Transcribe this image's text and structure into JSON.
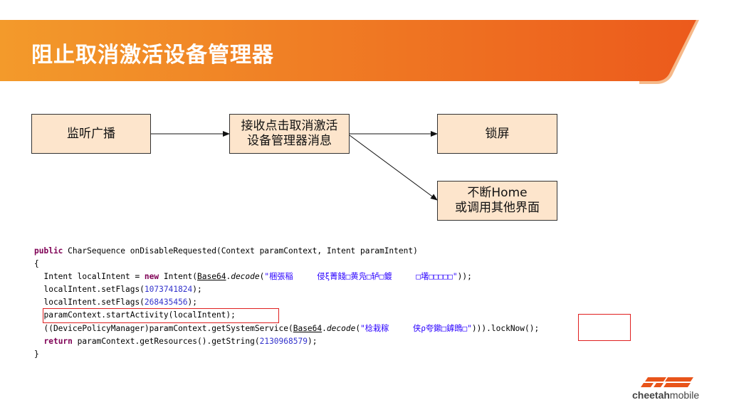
{
  "slide": {
    "title": "阻止取消激活设备管理器",
    "colors": {
      "banner_start": "#f39a2b",
      "banner_end": "#ec5a1c",
      "box_fill": "#fde5cc",
      "highlight": "#e02020"
    }
  },
  "flow": {
    "box1": "监听广播",
    "box2": "接收点击取消激活\n设备管理器消息",
    "box3": "锁屏",
    "box4": "不断Home\n或调用其他界面"
  },
  "code": {
    "l1_kw": "public",
    "l1_rest": " CharSequence onDisableRequested(Context paramContext, Intent paramIntent)",
    "l2": "{",
    "l3_a": "  Intent localIntent = ",
    "l3_new": "new",
    "l3_b": " Intent(",
    "l3_cls": "Base64",
    "l3_c": ".",
    "l3_m": "decode",
    "l3_d": "(",
    "l3_str": "\"梱張稲     侵ξ菁餞□黄凫□轳□鍍     □墸□□□□□\"",
    "l3_e": "));",
    "l4_a": "  localIntent.setFlags(",
    "l4_num": "1073741824",
    "l4_b": ");",
    "l5_a": "  localIntent.setFlags(",
    "l5_num": "268435456",
    "l5_b": ");",
    "l6": "  paramContext.startActivity(localIntent);",
    "l7_a": "  ((DevicePolicyManager)paramContext.getSystemService(",
    "l7_cls": "Base64",
    "l7_b": ".",
    "l7_m": "decode",
    "l7_c": "(",
    "l7_str": "\"棯栽稼     侠ρ夸鏉□鎼鵖□\"",
    "l7_d": "))).",
    "l7_lock": "lockNow()",
    "l7_e": ";",
    "l8_kw": "return",
    "l8_a": " paramContext.getResources().getString(",
    "l8_num": "2130968579",
    "l8_b": ");",
    "l9": "}"
  },
  "logo": {
    "text_bold": "cheetah",
    "text_rest": "mobile"
  }
}
